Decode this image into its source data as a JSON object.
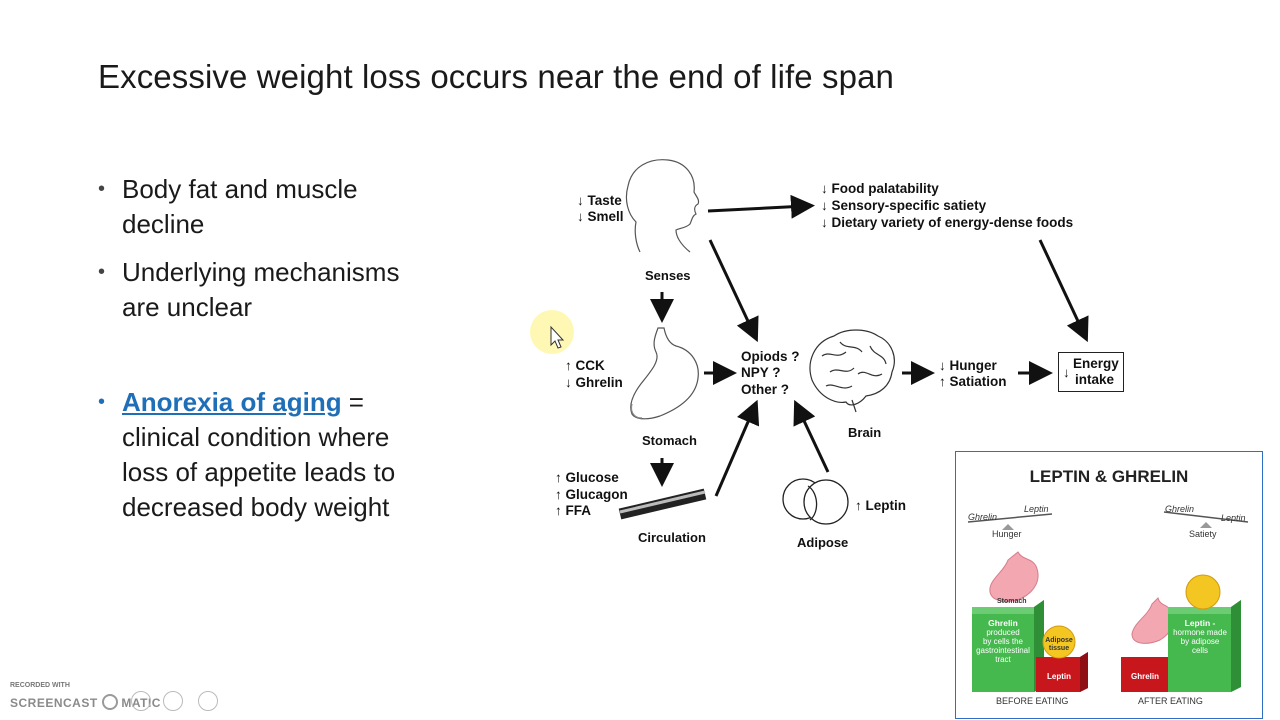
{
  "slide": {
    "title": "Excessive weight loss occurs near the end of life span",
    "bullets": [
      {
        "line1": "Body fat and muscle",
        "line2": "decline"
      },
      {
        "line1": "Underlying mechanisms",
        "line2": "are unclear"
      }
    ],
    "definition": {
      "term": "Anorexia of aging",
      "suffix": " =",
      "line2": "clinical condition where",
      "line3": "loss of appetite leads to",
      "line4": "decreased body weight"
    }
  },
  "diagram": {
    "senses_effect": [
      "↓ Taste",
      "↓ Smell"
    ],
    "senses": "Senses",
    "palatability": [
      "↓ Food palatability",
      "↓ Sensory-specific satiety",
      "↓ Dietary variety of energy-dense foods"
    ],
    "stomach_effect": [
      "↑ CCK",
      "↓ Ghrelin"
    ],
    "stomach": "Stomach",
    "brain_signals": [
      "Opiods ?",
      "NPY ?",
      "Other ?"
    ],
    "brain": "Brain",
    "hunger_effect": [
      "↓ Hunger",
      "↑ Satiation"
    ],
    "energy_intake": [
      "Energy",
      "intake"
    ],
    "energy_arrow": "↓",
    "circulation_effect": [
      "↑ Glucose",
      "↑ Glucagon",
      "↑ FFA"
    ],
    "circulation": "Circulation",
    "leptin_effect": "↑ Leptin",
    "adipose": "Adipose"
  },
  "panel": {
    "title": "LEPTIN & GHRELIN",
    "left_scale": {
      "a": "Ghrelin",
      "b": "Leptin",
      "caption": "Hunger"
    },
    "right_scale": {
      "a": "Ghrelin",
      "b": "Leptin",
      "caption": "Satiety"
    },
    "stomach_tag": "Stomach",
    "ghrelin_block": {
      "title": "Ghrelin",
      "text": [
        "produced",
        "by cells the",
        "gastrointestinal",
        "tract"
      ]
    },
    "adipose_tag": [
      "Adipose",
      "tissue"
    ],
    "leptin_small": "Leptin",
    "leptin_block": {
      "title": "Leptin -",
      "text": [
        "hormone made",
        "by adipose",
        "cells"
      ]
    },
    "ghrelin_small": "Ghrelin",
    "before": "BEFORE EATING",
    "after": "AFTER EATING"
  },
  "watermark": {
    "recorded": "RECORDED WITH",
    "brand": "SCREENCAST",
    "brand2": "MATIC"
  },
  "colors": {
    "accent": "#1f6fb8",
    "panel_border": "#2e6fc4",
    "green": "#3fb24a",
    "red": "#c8161d",
    "cursor_halo": "#fff7a8"
  }
}
